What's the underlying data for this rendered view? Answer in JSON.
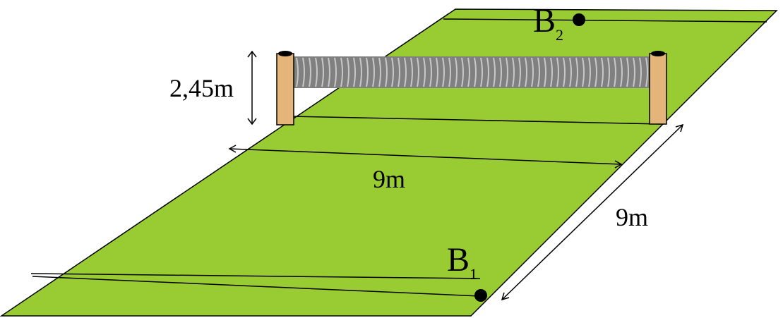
{
  "colors": {
    "field": "#99CC33",
    "line": "#000000",
    "post": "#E3B579",
    "net": "#808080",
    "net_highlight": "#C8C8C8"
  },
  "labels": {
    "height": "2,45m",
    "width": "9m",
    "depth": "9m",
    "point_top": {
      "letter": "B",
      "sub": "2"
    },
    "point_bottom": {
      "letter": "B",
      "sub": "1"
    }
  }
}
